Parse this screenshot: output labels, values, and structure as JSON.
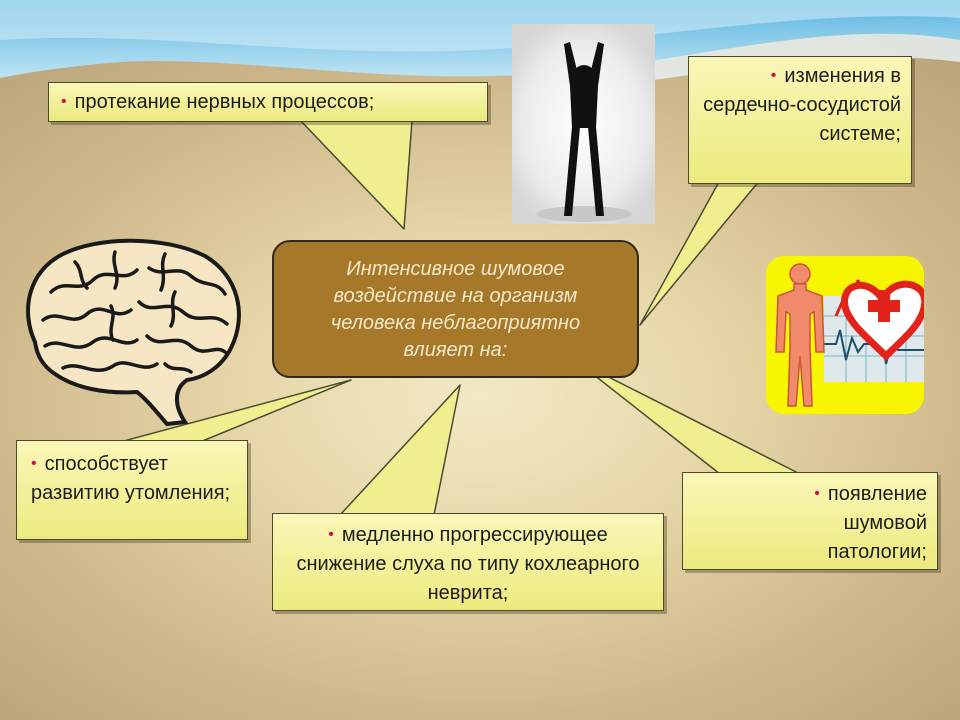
{
  "slide": {
    "center_text": "Интенсивное шумовое воздействие на организм человека неблагоприятно влияет на:",
    "bullet_symbol": "•",
    "callouts": {
      "top_left": "протекание нервных процессов;",
      "top_right": "изменения в сердечно-сосудистой системе;",
      "left": "способствует развитию утомления;",
      "bottom_center": "медленно прогрессирующее снижение слуха по типу кохлеарного неврита;",
      "right": "появление шумовой патологии;"
    },
    "images": {
      "brain": "brain-illustration",
      "person": "raised-arms-silhouette",
      "heart": "heart-health-illustration"
    }
  },
  "colors": {
    "callout_fill": "#f4f19a",
    "callout_border": "#4a4a33",
    "center_fill": "#a6782a",
    "center_text": "#f3e9c9",
    "bullet": "#d10f4a",
    "sky": "#7cc4e6"
  }
}
